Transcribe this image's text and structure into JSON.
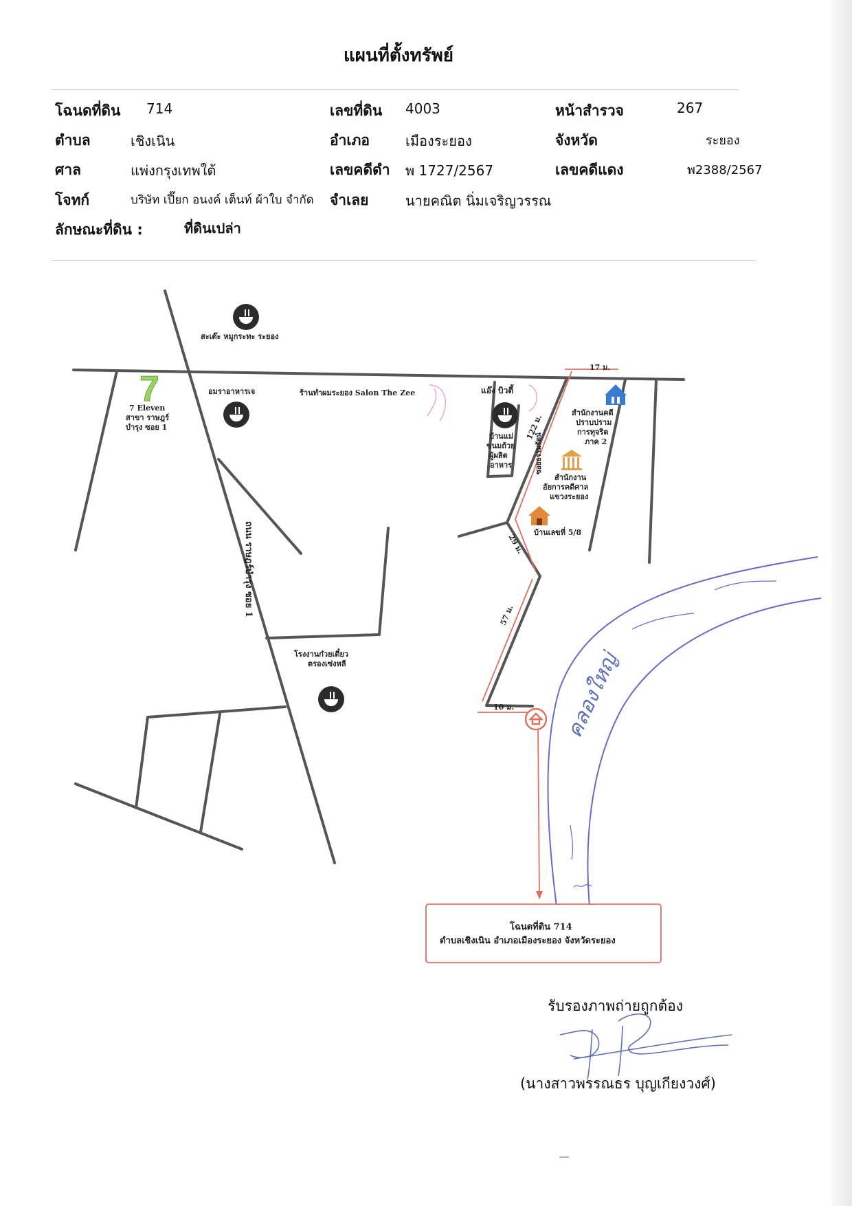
{
  "title": "แผนที่ตั้งทรัพย์",
  "header": {
    "deed_label": "โฉนดที่ดิน",
    "deed_value": "714",
    "land_no_label": "เลขที่ดิน",
    "land_no_value": "4003",
    "survey_label": "หน้าสำรวจ",
    "survey_value": "267",
    "tambon_label": "ตำบล",
    "tambon_value": "เชิงเนิน",
    "amphoe_label": "อำเภอ",
    "amphoe_value": "เมืองระยอง",
    "province_label": "จังหวัด",
    "province_value": "ระยอง",
    "court_label": "ศาล",
    "court_value": "แพ่งกรุงเทพใต้",
    "black_case_label": "เลขคดีดำ",
    "black_case_value": "พ 1727/2567",
    "red_case_label": "เลขคดีแดง",
    "red_case_value": "พ2388/2567",
    "plaintiff_label": "โจทก์",
    "plaintiff_value": "บริษัท เปี๊ยก อนงค์ เต็นท์ ผ้าใบ จำกัด",
    "defendant_label": "จำเลย",
    "defendant_value": "นายคณิต นิ่มเจริญวรรณ",
    "land_type_label": "ลักษณะที่ดิน :",
    "land_type_value": "ที่ดินเปล่า"
  },
  "map": {
    "lbl_satay": "สะเต๊ะ หมูกระทะ ระยอง",
    "lbl_7eleven_1": "7 Eleven",
    "lbl_7eleven_2": "สาขา ราษฎร์",
    "lbl_7eleven_3": "บำรุง ซอย 1",
    "lbl_amara": "อมราอาหารเจ",
    "lbl_salon": "ร้านทำผมระยอง Salon The Zee",
    "lbl_aeng": "แอ๊ง บิวตี้",
    "lbl_khanom_1": "บ้านแม่",
    "lbl_khanom_2": "ขนมถ้วย",
    "lbl_khanom_3": "ผู้ผลิต",
    "lbl_khanom_4": "อาหาร",
    "lbl_sorsor_1": "สำนักงานคดี",
    "lbl_sorsor_2": "ปราบปราม",
    "lbl_sorsor_3": "การทุจริต",
    "lbl_sorsor_4": "ภาค 2",
    "lbl_ago_1": "สำนักงาน",
    "lbl_ago_2": "อัยการคดีศาล",
    "lbl_ago_3": "แขวงระยอง",
    "lbl_house58": "บ้านเลขที่ 5/8",
    "lbl_road_ratsadon": "ถนน ราษฎร์บำรุง ซอย 1",
    "lbl_soi_small": "ซอยธรรมรัตน์",
    "lbl_noodle_1": "โรงงานก๋วยเตี๋ยว",
    "lbl_noodle_2": "ตรองเซ่งหลี",
    "dist_17": "17 ม.",
    "dist_122": "122 ม.",
    "dist_29": "29 ม.",
    "dist_57": "57 ม.",
    "dist_10": "10 ม.",
    "canal_handwritten": "คลองใหญ่",
    "logo_7": "7",
    "target_line1": "โฉนดที่ดิน 714",
    "target_line2": "ตำบลเชิงเนิน อำเภอเมืองระยอง จังหวัดระยอง"
  },
  "certification": {
    "text": "รับรองภาพถ่ายถูกต้อง",
    "name": "(นางสาวพรรณธร บุญเกียงวงศ์)"
  },
  "colors": {
    "road": "#555555",
    "route": "#e07060",
    "canal": "#6a6ac8",
    "signature": "#5d6fb5",
    "logo7_green": "#9bd36a",
    "building_blue": "#3a7ad0",
    "building_orange": "#e0a24a"
  },
  "icons": [
    "restaurant-icon",
    "seven-eleven-logo",
    "salon-icon",
    "government-building-icon",
    "temple-icon",
    "house-icon",
    "target-house-icon"
  ]
}
